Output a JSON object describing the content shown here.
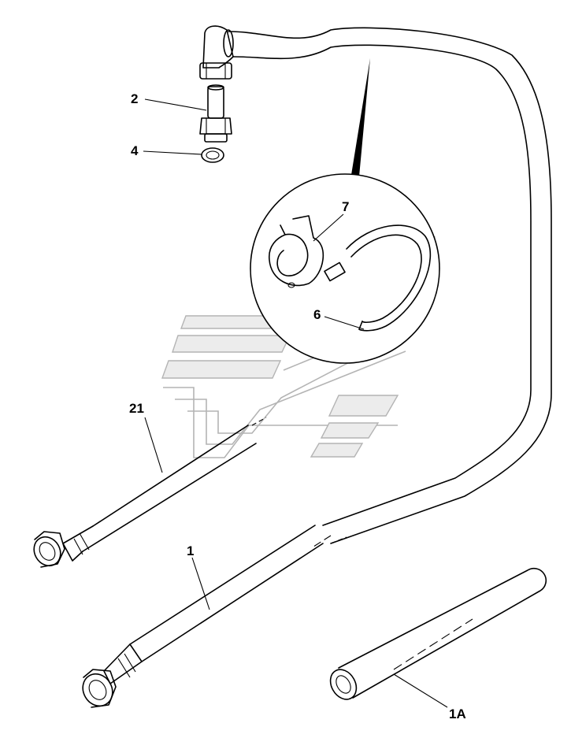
{
  "labels": {
    "p1": "1",
    "p1a": "1A",
    "p2": "2",
    "p4": "4",
    "p6": "6",
    "p7": "7",
    "p21": "21"
  },
  "watermark": {
    "icon": "logo-watermark-icon",
    "color": "#b4b4b4"
  }
}
